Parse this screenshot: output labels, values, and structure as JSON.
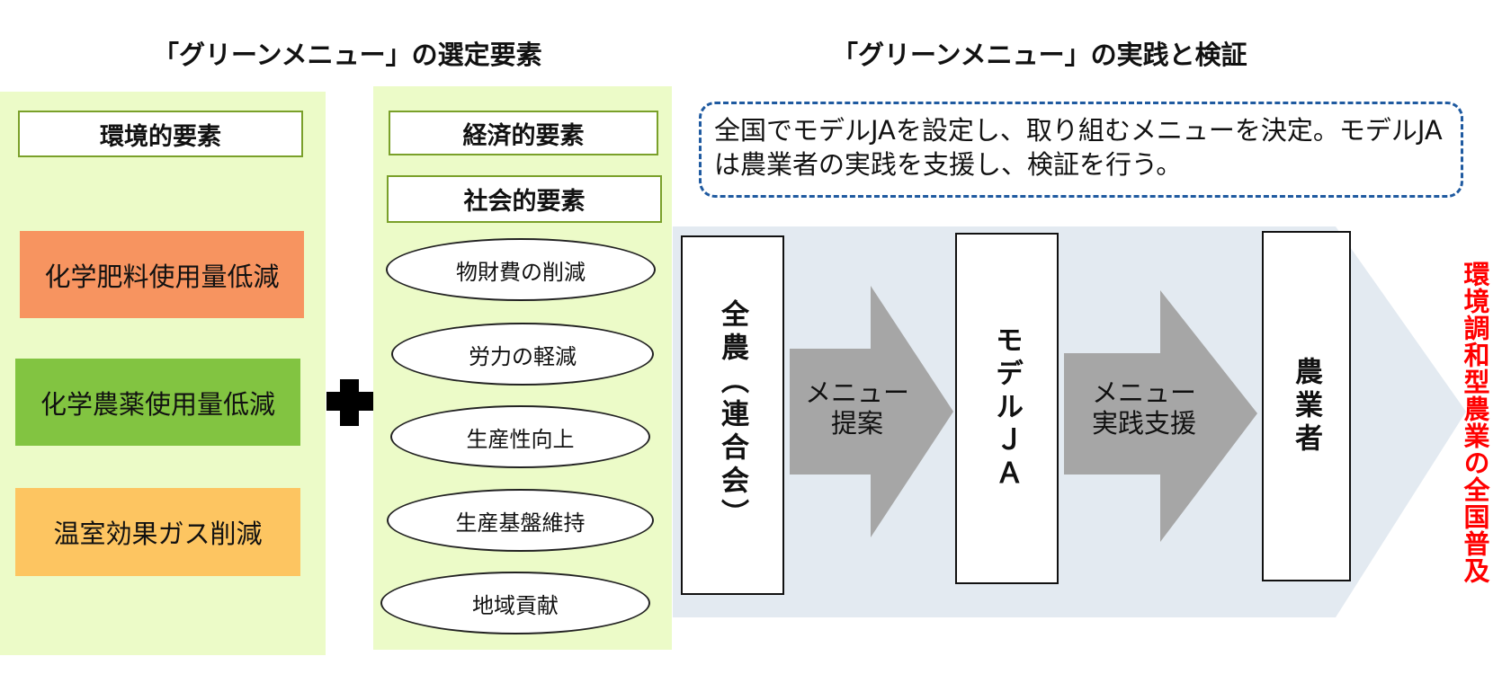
{
  "headings": {
    "selection": "「グリーンメニュー」の選定要素",
    "practice": "「グリーンメニュー」の実践と検証"
  },
  "environmental": {
    "title": "環境的要素",
    "items": [
      "化学肥料使用量低減",
      "化学農薬使用量低減",
      "温室効果ガス削減"
    ]
  },
  "economic": {
    "title": "経済的要素"
  },
  "social": {
    "title": "社会的要素",
    "items": [
      "物財費の削減",
      "労力の軽減",
      "生産性向上",
      "生産基盤維持",
      "地域貢献"
    ]
  },
  "callout": "全国でモデルJAを設定し、取り組むメニューを決定。モデルJAは農業者の実践を支援し、検証を行う。",
  "flow": {
    "actors": [
      "全農（連合会）",
      "モデルＪＡ",
      "農業者"
    ],
    "arrows": [
      {
        "line1": "メニュー",
        "line2": "提案"
      },
      {
        "line1": "メニュー",
        "line2": "実践支援"
      }
    ]
  },
  "result": "環境調和型農業の全国普及",
  "colors": {
    "panel_bg": "#ecfbc8",
    "box_border": "#7aa02a",
    "fertilizer": "#f79460",
    "pesticide": "#82c441",
    "ghg": "#fdc561",
    "callout_border": "#1f5aa0",
    "flow_bg": "#e3eaf1",
    "arrow": "#a6a6a6",
    "result": "#ff0000"
  }
}
